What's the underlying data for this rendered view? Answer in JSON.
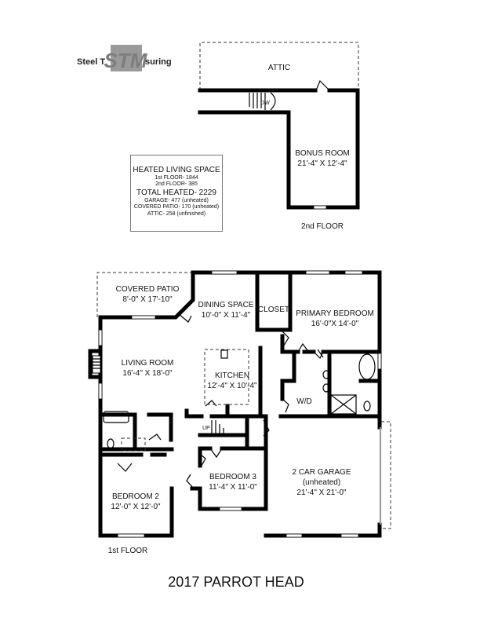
{
  "logo": {
    "text": "Steel Tape Measuring",
    "mark": "STM"
  },
  "summary": {
    "heading": "HEATED LIVING SPACE",
    "first_floor": "1st FLOOR- 1844",
    "second_floor": "2nd FLOOR- 385",
    "total": "TOTAL HEATED- 2229",
    "garage": "GARAGE- 477 (unheated)",
    "patio": "COVERED PATIO- 170 (unheated)",
    "attic": "ATTIC- 258 (unfinished)"
  },
  "second_floor": {
    "label": "2nd FLOOR",
    "attic": "ATTIC",
    "dw": "DW",
    "bonus_name": "BONUS ROOM",
    "bonus_size": "21'-4\" X 12'-4\""
  },
  "first_floor": {
    "label": "1st FLOOR",
    "rooms": {
      "patio_name": "COVERED PATIO",
      "patio_size": "8'-0\" X 17'-10\"",
      "dining_name": "DINING SPACE",
      "dining_size": "10'-0\" X 11'-4\"",
      "closet": "CLOSET",
      "primary_name": "PRIMARY BEDROOM",
      "primary_size": "16'-0\"X  14'-0\"",
      "living_name": "LIVING ROOM",
      "living_size": "16'-4\" X 18'-0\"",
      "kitchen_name": "KITCHEN",
      "kitchen_size": "12'-4\" X 10'-4\"",
      "wd": "W/D",
      "up": "UP",
      "garage_name": "2 CAR GARAGE",
      "garage_note": "(unheated)",
      "garage_size": "21'-4\" X 21'-0\"",
      "bed3_name": "BEDROOM 3",
      "bed3_size": "11'-4\" X 11'-0\"",
      "bed2_name": "BEDROOM 2",
      "bed2_size": "12'-0\" X 12'-0\""
    }
  },
  "title": "2017 PARROT HEAD"
}
